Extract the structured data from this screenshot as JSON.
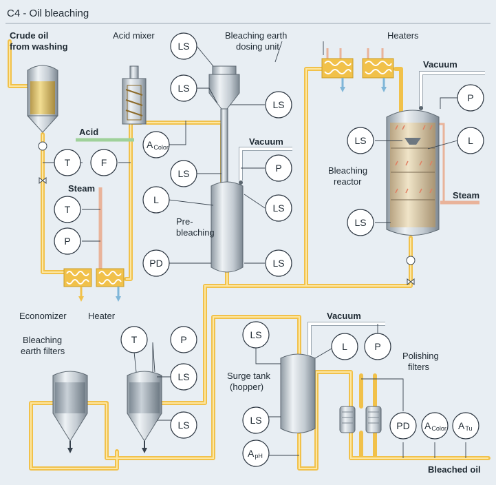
{
  "title": "C4 - Oil bleaching",
  "labels": {
    "crude_oil_1": "Crude oil",
    "crude_oil_2": "from washing",
    "acid_mixer": "Acid mixer",
    "dosing_1": "Bleaching earth",
    "dosing_2": "dosing unit",
    "heaters": "Heaters",
    "acid": "Acid",
    "vacuum_1": "Vacuum",
    "vacuum_2": "Vacuum",
    "vacuum_3": "Vacuum",
    "steam_1": "Steam",
    "steam_2": "Steam",
    "prebleach_1": "Pre-",
    "prebleach_2": "bleaching",
    "reactor_1": "Bleaching",
    "reactor_2": "reactor",
    "economizer": "Economizer",
    "heater": "Heater",
    "filters_1": "Bleaching",
    "filters_2": "earth filters",
    "surge_1": "Surge tank",
    "surge_2": "(hopper)",
    "polishing_1": "Polishing",
    "polishing_2": "filters",
    "bleached_oil": "Bleached oil"
  },
  "instruments": {
    "t1": "T",
    "f1": "F",
    "t2": "T",
    "p1": "P",
    "ls_dose1": "LS",
    "ls_dose2": "LS",
    "ls_dose3": "LS",
    "acolor1_main": "A",
    "acolor1_sub": "Color",
    "ls_pre1": "LS",
    "p_pre": "P",
    "l_pre": "L",
    "ls_pre2": "LS",
    "pd_pre": "PD",
    "ls_pre3": "LS",
    "p_reac": "P",
    "ls_reac1": "LS",
    "l_reac": "L",
    "ls_reac2": "LS",
    "t_filt": "T",
    "p_filt": "P",
    "ls_filt1": "LS",
    "ls_filt2": "LS",
    "ls_surge1": "LS",
    "l_surge": "L",
    "p_surge": "P",
    "ls_surge2": "LS",
    "aph_main": "A",
    "aph_sub": "pH",
    "pd_pol": "PD",
    "acolor2_main": "A",
    "acolor2_sub": "Color",
    "atu_main": "A",
    "atu_sub": "Tu"
  }
}
